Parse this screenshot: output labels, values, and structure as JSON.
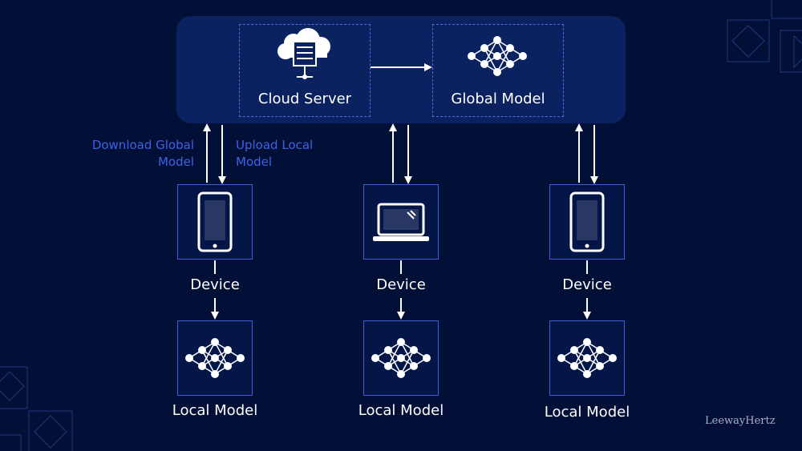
{
  "server": {
    "label": "Cloud Server",
    "icon": "cloud-server-icon"
  },
  "global_model": {
    "label": "Global Model",
    "icon": "neural-network-icon"
  },
  "edge_labels": {
    "download": "Download Global Model",
    "upload": "Upload Local Model"
  },
  "devices": [
    {
      "label": "Device",
      "icon": "smartphone-icon",
      "model_label": "Local Model"
    },
    {
      "label": "Device",
      "icon": "laptop-icon",
      "model_label": "Local Model"
    },
    {
      "label": "Device",
      "icon": "smartphone-icon",
      "model_label": "Local Model"
    }
  ],
  "watermark": "LeewayHertz",
  "colors": {
    "background": "#020f36",
    "panel": "#0b2260",
    "accent": "#3d63e6"
  }
}
